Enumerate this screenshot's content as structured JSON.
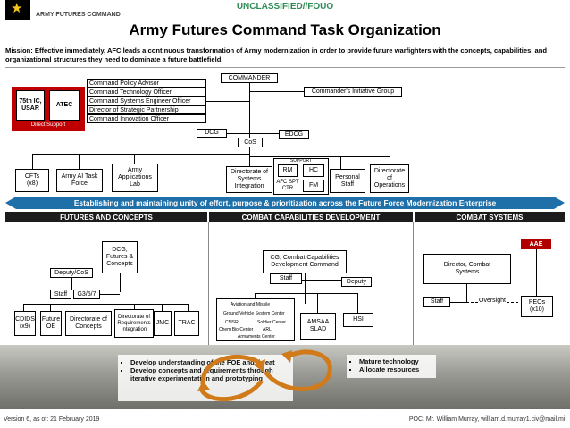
{
  "header": {
    "command_label": "ARMY FUTURES COMMAND",
    "classification": "UNCLASSIFIED//FOUO",
    "title": "Army Futures Command Task Organization"
  },
  "mission": "Mission: Effective immediately, AFC leads a continuous transformation of Army modernization in order to provide future warfighters with the concepts, capabilities, and organizational structures they need to dominate a future battlefield.",
  "direct_support": {
    "units": [
      "75th IC, USAR",
      "ATEC"
    ],
    "label": "Direct Support"
  },
  "staff_list": [
    "Command Policy Advisor",
    "Command Technology Officer",
    "Command Systems Engineer Officer",
    "Director of Strategic Partnership",
    "Command Innovation Officer"
  ],
  "top": {
    "commander": "COMMANDER",
    "initiative_group": "Commander's Initiative Group",
    "dcg": "DCG",
    "edcg": "EDCG",
    "cos": "CoS"
  },
  "row_units": {
    "cfts": "CFTs\n(x8)",
    "army_ai": "Army AI Task\nForce",
    "applications_lab": "Army\nApplications\nLab",
    "systems_integration": "Directorate of\nSystems\nIntegration",
    "support_label": "SUPPORT",
    "rm": "RM",
    "hc": "HC",
    "afc_spt": "AFC SPT\nCTR",
    "fm": "FM",
    "personal_staff": "Personal\nStaff",
    "operations": "Directorate\nof\nOperations"
  },
  "banner": "Establishing and maintaining unity of effort, purpose & prioritization across the Future Force Modernization Enterprise",
  "sections": {
    "futures": "FUTURES AND CONCEPTS",
    "ccd": "COMBAT CAPABILITIES DEVELOPMENT",
    "combat_systems": "COMBAT SYSTEMS"
  },
  "futures": {
    "head": "DCG,\nFutures &\nConcepts",
    "deputy": "Deputy/CoS",
    "staff": "Staff",
    "g3": "G3/5/7",
    "cdids": "CDIDS\n(x9)",
    "future_oe": "Future\nOE",
    "concepts": "Directorate of\nConcepts",
    "requirements": "Directorate of\nRequirements\nIntegration",
    "jmc": "JMC",
    "trac": "TRAC"
  },
  "ccd": {
    "head": "CG, Combat Capabilities\nDevelopment Command",
    "staff": "Staff",
    "deputy": "Deputy",
    "centers": [
      "Aviation and Missile",
      "Ground Vehicle System Center",
      "C5ISR",
      "Soldier Center",
      "Chem Bio Center",
      "ARL",
      "Armaments Center"
    ],
    "amsaa": "AMSAA\nSLAD",
    "hsi": "HSI"
  },
  "combat_systems": {
    "aae": "AAE",
    "director": "Director, Combat\nSystems",
    "staff": "Staff",
    "oversight": "Oversight",
    "peos": "PEOs\n(x10)"
  },
  "bullets_left": [
    "Develop understanding of the FOE and threat",
    "Develop concepts and requirements through iterative experimentation and prototyping"
  ],
  "bullets_right": [
    "Mature technology",
    "Allocate resources"
  ],
  "footer": {
    "version": "Version 6, as of: 21 February 2019",
    "poc": "POC: Mr. William Murray, william.d.murray1.civ@mail.mil"
  },
  "colors": {
    "banner": "#1f6fa8",
    "header_dark": "#222222",
    "direct_support": "#c00000",
    "classification": "#2e8b57",
    "aae": "#b00000",
    "cycle_arrows": "#d07a1a"
  }
}
